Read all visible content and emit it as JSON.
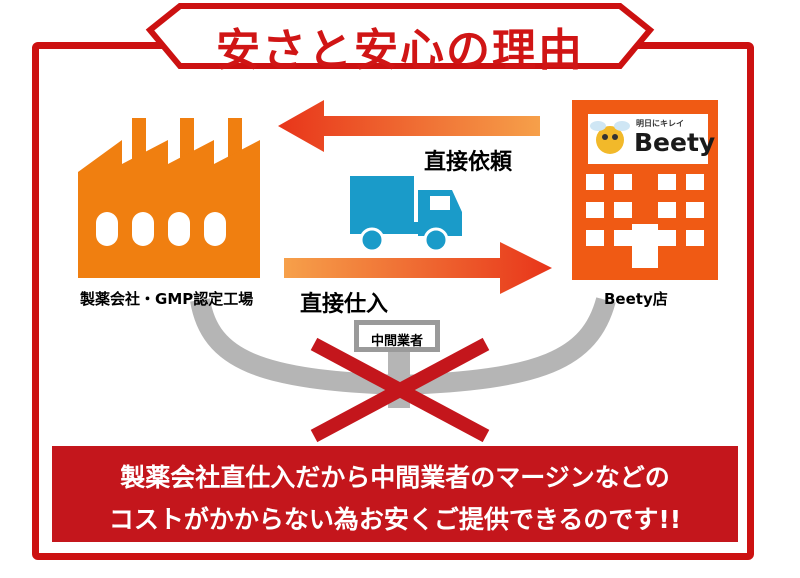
{
  "title": "安さと安心の理由",
  "factory": {
    "label": "製薬会社・GMP認定工場",
    "icon": "factory-icon",
    "color": "#f07f10"
  },
  "store": {
    "label": "Beety店",
    "icon": "building-icon",
    "color": "#f05a14",
    "logo_name": "Beety",
    "logo_tagline": "明日にキレイ"
  },
  "arrows": {
    "top_label": "直接依頼",
    "bottom_label": "直接仕入"
  },
  "middleman": {
    "label": "中間業者"
  },
  "bottom_message": {
    "line1": "製薬会社直仕入だから中間業者のマージンなどの",
    "line2": "コストがかからない為お安くご提供できるのです!!"
  },
  "colors": {
    "frame": "#cc1111",
    "truck": "#1a9bc9",
    "cross": "#c4161c",
    "arc": "#b5b5b5"
  }
}
